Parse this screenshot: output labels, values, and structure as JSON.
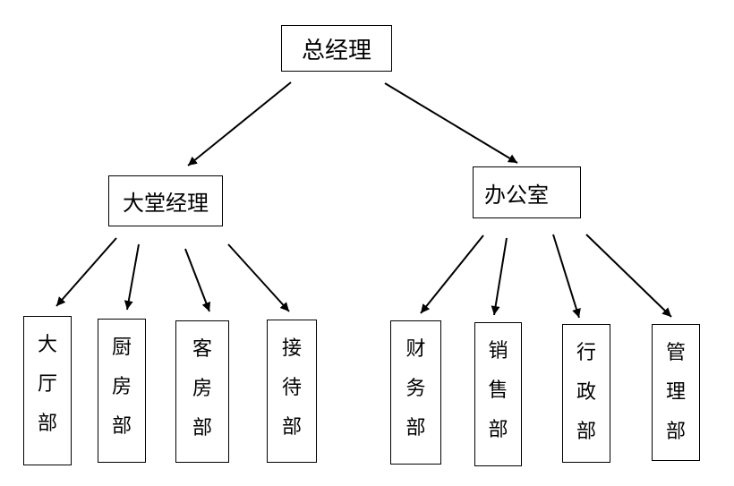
{
  "root": {
    "label": "总经理"
  },
  "branches": [
    {
      "label": "大堂经理",
      "children": [
        "大厅部",
        "厨房部",
        "客房部",
        "接待部"
      ]
    },
    {
      "label": "办公室",
      "children": [
        "财务部",
        "销售部",
        "行政部",
        "管理部"
      ]
    }
  ],
  "colors": {
    "line": "#000000",
    "box_border": "#000000",
    "background": "#ffffff"
  }
}
